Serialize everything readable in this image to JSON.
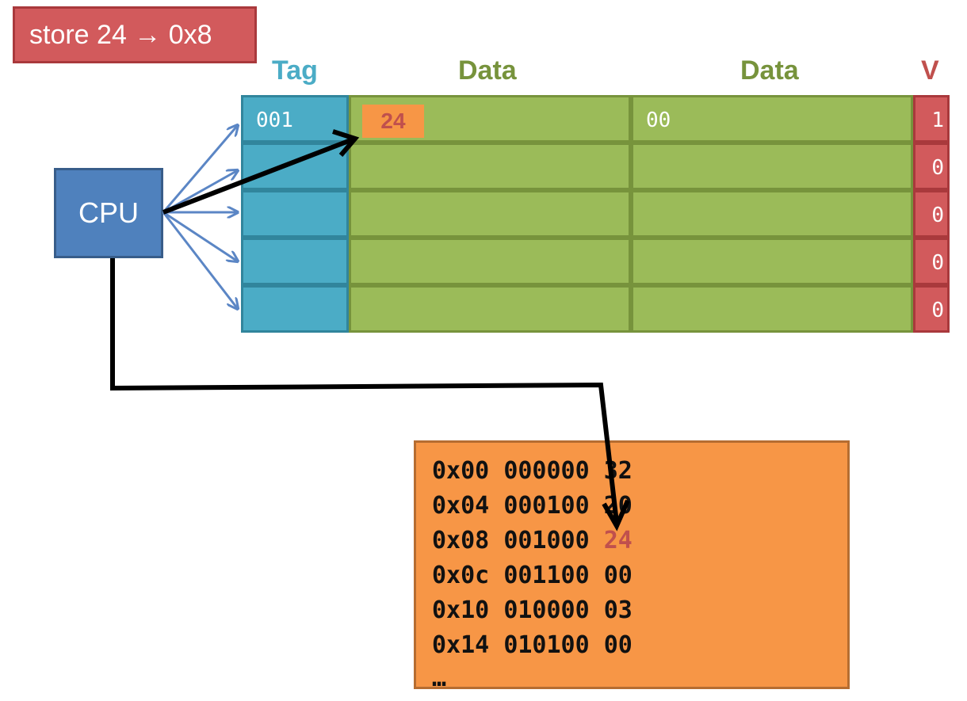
{
  "instruction": "store 24 → 0x8",
  "headers": {
    "tag": "Tag",
    "data1": "Data",
    "data2": "Data",
    "valid": "V"
  },
  "cache_rows": [
    {
      "tag": "001",
      "data1": "24",
      "data2": "00",
      "valid": "1"
    },
    {
      "tag": "",
      "data1": "",
      "data2": "",
      "valid": "0"
    },
    {
      "tag": "",
      "data1": "",
      "data2": "",
      "valid": "0"
    },
    {
      "tag": "",
      "data1": "",
      "data2": "",
      "valid": "0"
    },
    {
      "tag": "",
      "data1": "",
      "data2": "",
      "valid": "0"
    }
  ],
  "cpu_label": "CPU",
  "memory": {
    "rows": [
      {
        "addr": "0x00",
        "bits": "000000",
        "value": "32"
      },
      {
        "addr": "0x04",
        "bits": "000100",
        "value": "20"
      },
      {
        "addr": "0x08",
        "bits": "001000",
        "value": "24"
      },
      {
        "addr": "0x0c",
        "bits": "001100",
        "value": "00"
      },
      {
        "addr": "0x10",
        "bits": "010000",
        "value": "03"
      },
      {
        "addr": "0x14",
        "bits": "010100",
        "value": "00"
      }
    ],
    "ellipsis": "…"
  },
  "colors": {
    "tag": "#4bacc6",
    "data": "#9bbb59",
    "valid": "#d25a5c",
    "cpu": "#4f81bd",
    "memory": "#f79646",
    "highlight_text": "#c0504d"
  }
}
